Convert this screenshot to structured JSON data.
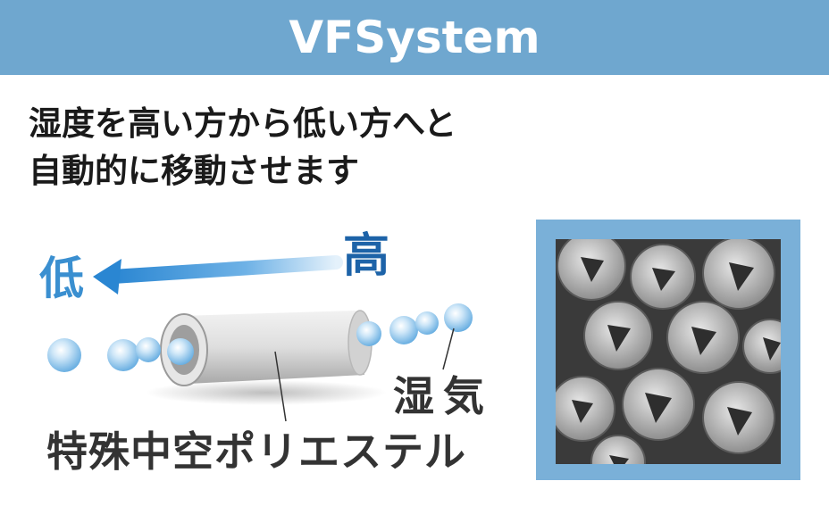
{
  "banner": {
    "title": "VFSystem"
  },
  "headline": {
    "line1": "湿度を高い方から低い方へと",
    "line2": "自動的に移動させます"
  },
  "illustration": {
    "label_low": "低",
    "label_high": "高",
    "label_humidity": "湿気",
    "label_fiber": "特殊中空ポリエステル"
  },
  "colors": {
    "banner": "#6fa7cf",
    "photo_frame": "#7ab0d8",
    "arrow": "#3a8fd0",
    "label_high": "#1d63a8"
  },
  "icons": [
    "water-droplet-icon",
    "arrow-left-icon",
    "hollow-fiber-icon"
  ]
}
